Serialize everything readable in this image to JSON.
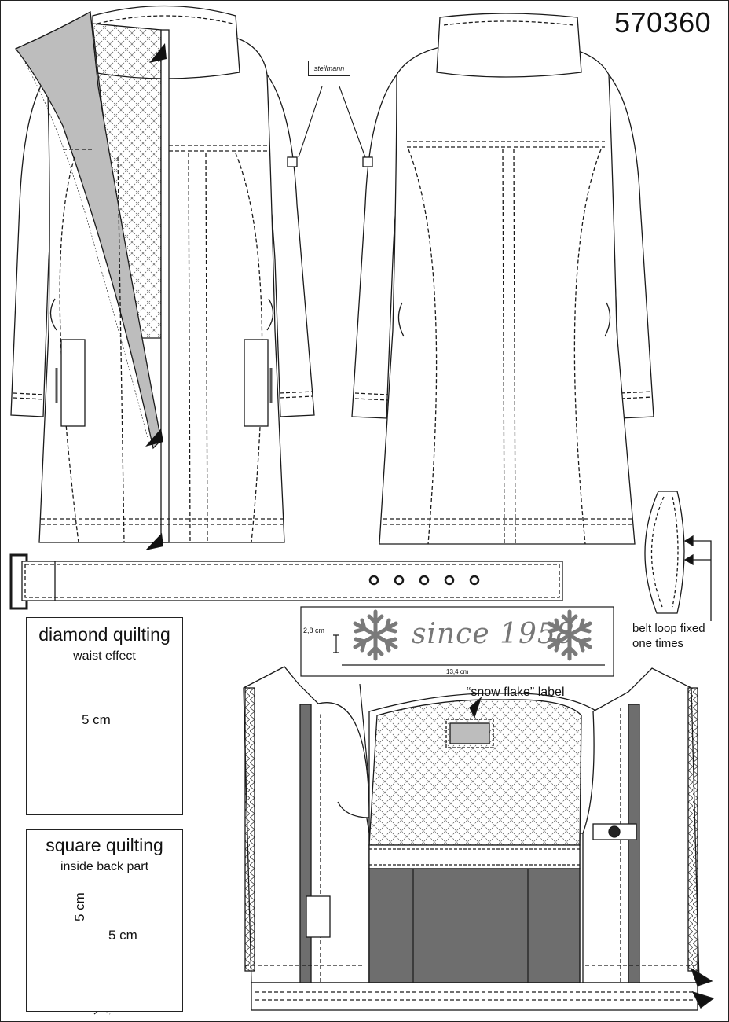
{
  "header": {
    "style_number": "570360"
  },
  "labels": {
    "brand_tag": "steilmann",
    "belt_loop_caption_line1": "belt loop fixed",
    "belt_loop_caption_line2": "one times",
    "snowflake_label_caption": "“snow flake” label",
    "woven_label_height": "2,8 cm",
    "woven_label_width": "13,4 cm",
    "woven_label_script": "since 1958"
  },
  "diamond_quilting": {
    "title": "diamond quilting",
    "subtitle": "waist effect",
    "dimension": "5 cm"
  },
  "square_quilting": {
    "title": "square quilting",
    "subtitle": "inside back part",
    "dimension_vertical": "5 cm",
    "dimension_horizontal": "5 cm"
  },
  "colors": {
    "line": "#1a1a1a",
    "lining_gray": "#bdbdbd",
    "dark_panel": "#6e6e6e",
    "snowflake_gray": "#7a7a7a"
  },
  "icons": [
    "snowflake-icon",
    "arrow-marker-icon",
    "eyelet-icon",
    "buckle-icon",
    "button-icon"
  ]
}
